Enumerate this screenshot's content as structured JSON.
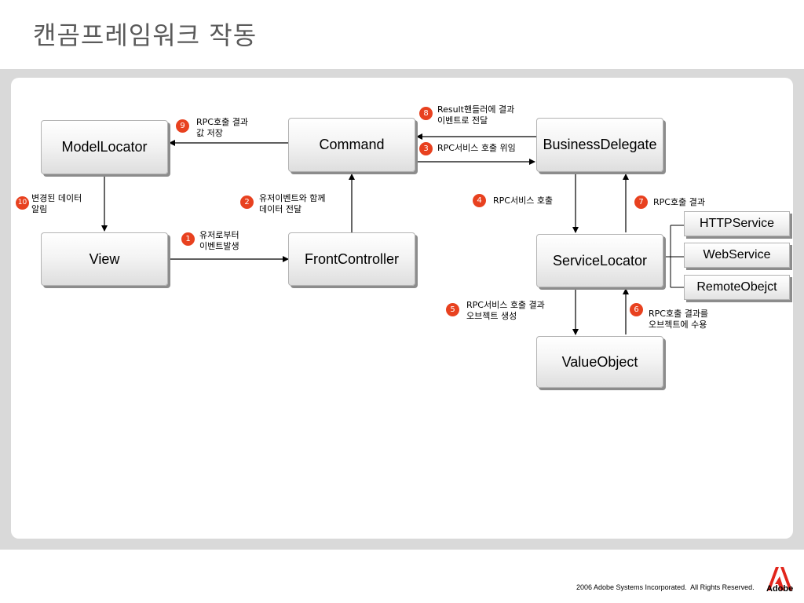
{
  "title": "캔곰프레임워크 작동",
  "boxes": {
    "model_locator": "ModelLocator",
    "view": "View",
    "command": "Command",
    "front_controller": "FrontController",
    "business_delegate": "BusinessDelegate",
    "service_locator": "ServiceLocator",
    "value_object": "ValueObject",
    "http_service": "HTTPService",
    "web_service": "WebService",
    "remote_object": "RemoteObejct"
  },
  "steps": [
    {
      "num": "1",
      "text": "유저로부터\n이벤트발생"
    },
    {
      "num": "2",
      "text": "유저이벤트와 함께\n데이터 전달"
    },
    {
      "num": "3",
      "text": "RPC서비스 호출 위임"
    },
    {
      "num": "4",
      "text": "RPC서비스 호출"
    },
    {
      "num": "5",
      "text": "RPC서비스 호출 결과\n오브젝트 생성"
    },
    {
      "num": "6",
      "text": "RPC호출 결과를\n오브젝트에 수용"
    },
    {
      "num": "7",
      "text": "RPC호출 결과"
    },
    {
      "num": "8",
      "text": "Result핸들러에 결과\n이벤트로 전달"
    },
    {
      "num": "9",
      "text": "RPC호출 결과\n값 저장"
    },
    {
      "num": "10",
      "text": "변경된 데이터\n알림"
    }
  ],
  "colors": {
    "badge": "#e8411f",
    "panel": "#d9d9d9",
    "title": "#5a5a5a"
  },
  "footer": "2006 Adobe Systems Incorporated.  All Rights Reserved.",
  "logo": {
    "text": "Adobe"
  }
}
